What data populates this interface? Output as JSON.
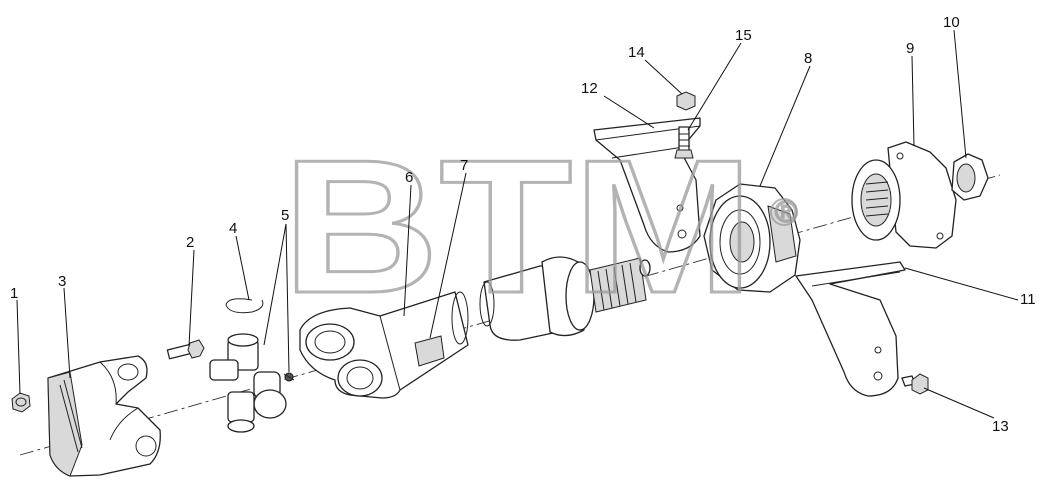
{
  "watermark": {
    "text": "BTM",
    "registered_mark": "®"
  },
  "callouts": [
    {
      "number": "1"
    },
    {
      "number": "2"
    },
    {
      "number": "3"
    },
    {
      "number": "4"
    },
    {
      "number": "5"
    },
    {
      "number": "6"
    },
    {
      "number": "7"
    },
    {
      "number": "8"
    },
    {
      "number": "9"
    },
    {
      "number": "10"
    },
    {
      "number": "11"
    },
    {
      "number": "12"
    },
    {
      "number": "13"
    },
    {
      "number": "14"
    },
    {
      "number": "15"
    }
  ]
}
